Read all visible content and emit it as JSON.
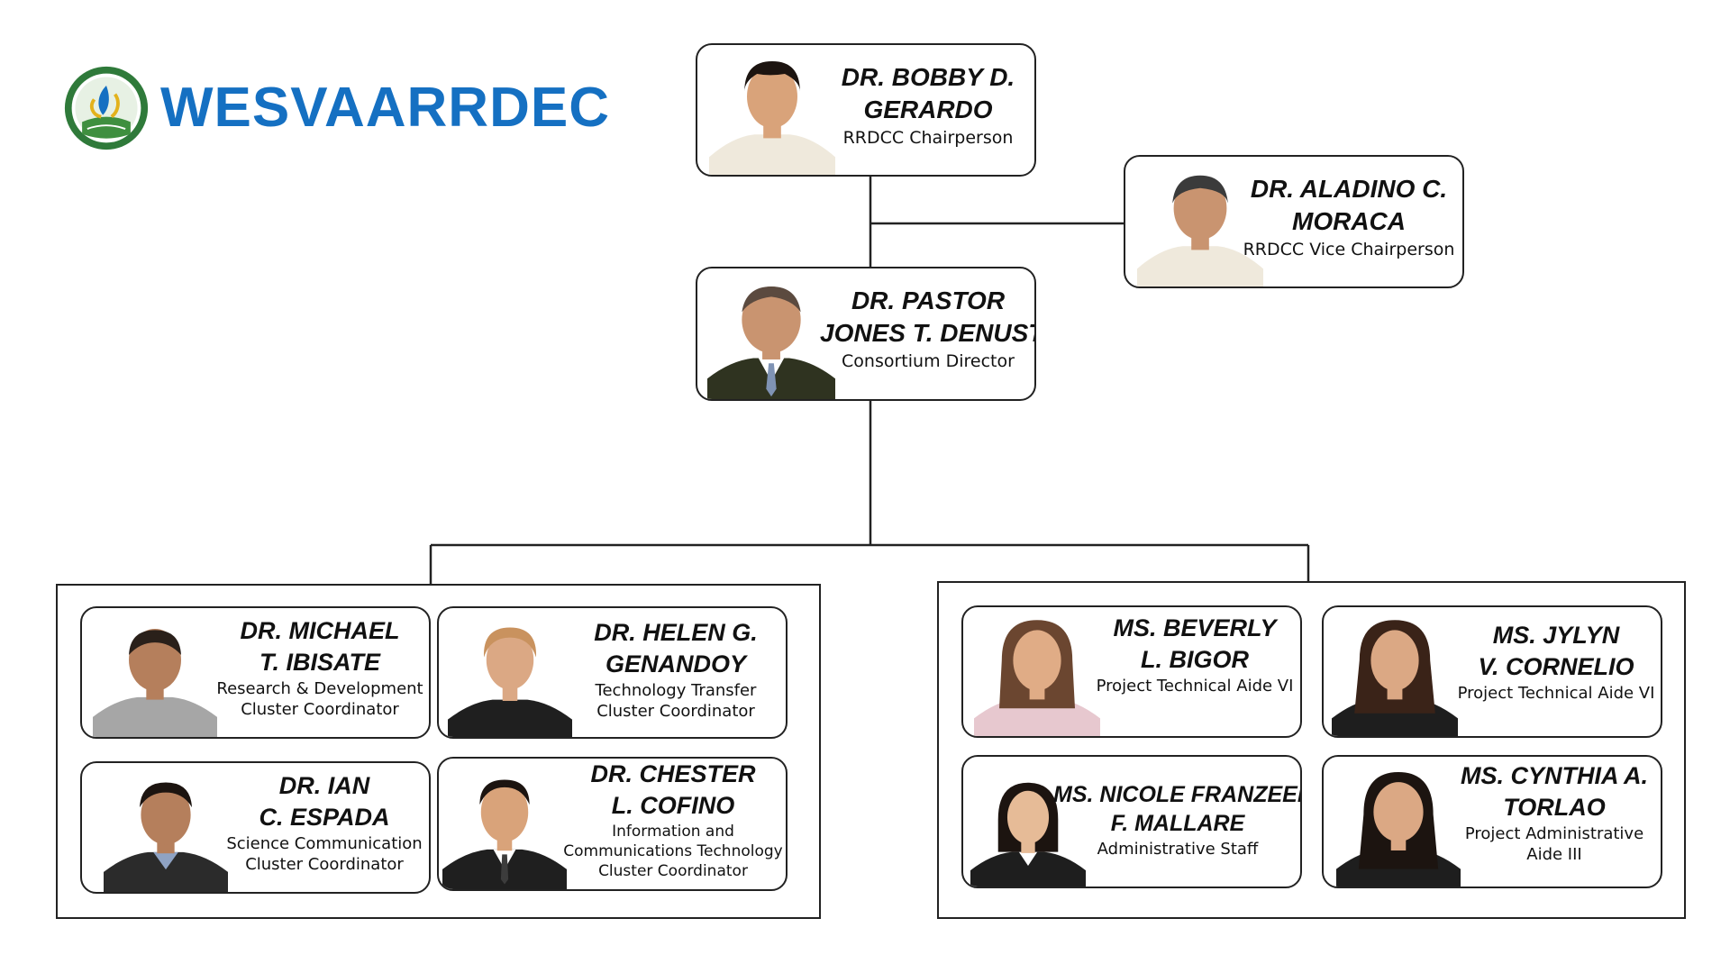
{
  "logo": {
    "text": "WESVAARRDEC",
    "brand_color": "#1570c2"
  },
  "top": {
    "chairperson": {
      "name1": "DR. BOBBY D.",
      "name2": "GERARDO",
      "role": "RRDCC Chairperson"
    },
    "vice": {
      "name1": "DR. ALADINO C.",
      "name2": "MORACA",
      "role": "RRDCC Vice Chairperson"
    },
    "director": {
      "name1": "DR. PASTOR",
      "name2": "JONES T. DENUSTA",
      "role": "Consortium Director"
    }
  },
  "left": {
    "ibisate": {
      "name1": "DR. MICHAEL",
      "name2": "T. IBISATE",
      "role1": "Research & Development",
      "role2": "Cluster Coordinator"
    },
    "genandoy": {
      "name1": "DR. HELEN G.",
      "name2": "GENANDOY",
      "role1": "Technology Transfer",
      "role2": "Cluster Coordinator"
    },
    "espada": {
      "name1": "DR. IAN",
      "name2": "C. ESPADA",
      "role1": "Science Communication",
      "role2": "Cluster Coordinator"
    },
    "cofino": {
      "name1": "DR. CHESTER",
      "name2": "L. COFINO",
      "role1": "Information and",
      "role2": "Communications Technology",
      "role3": "Cluster Coordinator"
    }
  },
  "right": {
    "bigor": {
      "name1": "MS. BEVERLY",
      "name2": "L. BIGOR",
      "role1": "Project Technical Aide VI"
    },
    "cornelio": {
      "name1": "MS. JYLYN",
      "name2": "V. CORNELIO",
      "role1": "Project Technical Aide VI"
    },
    "mallare": {
      "name1": "MS. NICOLE FRANZEEN",
      "name2": "F. MALLARE",
      "role1": "Administrative Staff"
    },
    "torlao": {
      "name1": "MS. CYNTHIA A.",
      "name2": "TORLAO",
      "role1": "Project Administrative",
      "role2": "Aide  III"
    }
  },
  "colors": {
    "line": "#222222",
    "skin": "#d9a37a",
    "suit": "#2b2b2b",
    "barong": "#efe9dc",
    "hair": "#1c1410"
  }
}
